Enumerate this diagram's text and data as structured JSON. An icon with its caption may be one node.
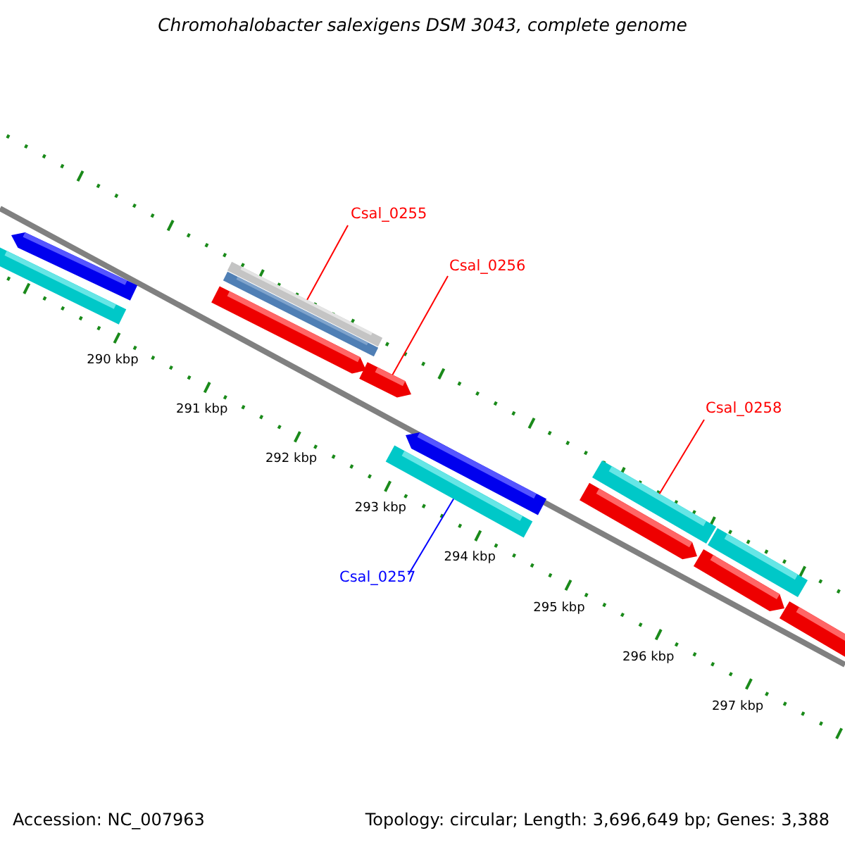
{
  "diagram": {
    "title": "Chromohalobacter salexigens DSM 3043, complete genome",
    "nodes": [
      {
        "text": [
          "Csal_0255"
        ]
      },
      {
        "text": [
          "Csal_0256"
        ]
      },
      {
        "text": [
          "Csal_0258"
        ]
      },
      {
        "text": [
          "Csal_0257"
        ]
      },
      {
        "text": [],
        "shape": "arrow"
      },
      {
        "text": [],
        "shape": "bar"
      },
      {
        "text": [],
        "shape": "bar"
      },
      {
        "text": [],
        "shape": "bar"
      },
      {
        "text": [],
        "shape": "arrow"
      },
      {
        "text": [],
        "shape": "arrow"
      },
      {
        "text": [],
        "shape": "arrow"
      },
      {
        "text": [],
        "shape": "bar"
      },
      {
        "text": [],
        "shape": "bar"
      },
      {
        "text": [],
        "shape": "bar"
      },
      {
        "text": [],
        "shape": "arrow"
      },
      {
        "text": [],
        "shape": "arrow"
      },
      {
        "text": [],
        "shape": "bar"
      }
    ],
    "edges": [
      {
        "from": 0,
        "to": 6,
        "arrow": "none"
      },
      {
        "from": 1,
        "to": 9,
        "arrow": "none"
      },
      {
        "from": 2,
        "to": 12,
        "arrow": "none"
      },
      {
        "from": 3,
        "to": 11,
        "arrow": "none",
        "color": "#0000ff"
      }
    ],
    "labels": [
      "290 kbp",
      "291 kbp",
      "292 kbp",
      "293 kbp",
      "294 kbp",
      "295 kbp",
      "296 kbp",
      "297 kbp",
      "Accession: NC_007963",
      "Topology: circular; Length: 3,696,649 bp; Genes: 3,388"
    ]
  }
}
